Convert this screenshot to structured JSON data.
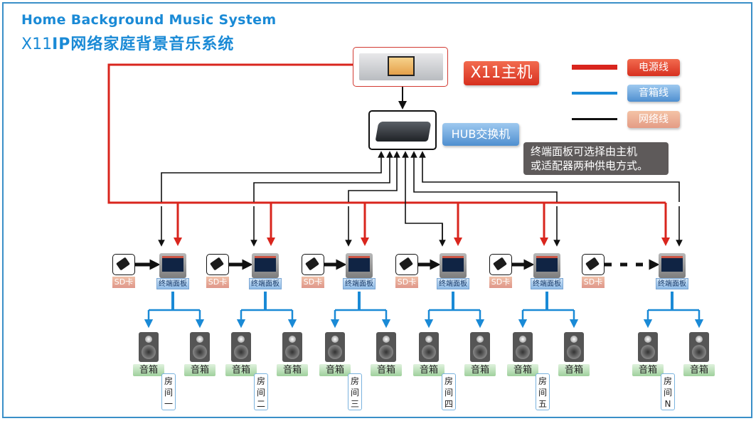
{
  "title": {
    "english": "Home Background Music System",
    "chinese_prefix": "X11",
    "chinese_ip": "IP",
    "chinese_main": "网络家庭背景音乐系统"
  },
  "host": {
    "label": "X11主机",
    "icon": "media-server-icon"
  },
  "hub": {
    "label": "HUB交换机",
    "icon": "network-switch-icon"
  },
  "legend": [
    {
      "label": "电源线",
      "color": "#d9251d",
      "meaning": "power-line"
    },
    {
      "label": "音箱线",
      "color": "#1a8ad6",
      "meaning": "speaker-line"
    },
    {
      "label": "网络线",
      "color": "#111111",
      "meaning": "network-line"
    }
  ],
  "note": {
    "line1": "终端面板可选择由主机",
    "line2": "或适配器两种供电方式。"
  },
  "colors": {
    "power": "#d9251d",
    "speaker": "#1a8ad6",
    "network": "#111111",
    "title": "#1a8ad6",
    "frame": "#3a8fc8"
  },
  "rooms": [
    {
      "room_label": [
        "房",
        "间",
        "一"
      ],
      "panel_label": "终端面板",
      "sd_label": "SD卡",
      "speaker_labels": [
        "音箱",
        "音箱"
      ],
      "sd_dashed": false
    },
    {
      "room_label": [
        "房",
        "间",
        "二"
      ],
      "panel_label": "终端面板",
      "sd_label": "SD卡",
      "speaker_labels": [
        "音箱",
        "音箱"
      ],
      "sd_dashed": false
    },
    {
      "room_label": [
        "房",
        "间",
        "三"
      ],
      "panel_label": "终端面板",
      "sd_label": "SD卡",
      "speaker_labels": [
        "音箱",
        "音箱"
      ],
      "sd_dashed": false
    },
    {
      "room_label": [
        "房",
        "间",
        "四"
      ],
      "panel_label": "终端面板",
      "sd_label": "SD卡",
      "speaker_labels": [
        "音箱",
        "音箱"
      ],
      "sd_dashed": false
    },
    {
      "room_label": [
        "房",
        "间",
        "五"
      ],
      "panel_label": "终端面板",
      "sd_label": "SD卡",
      "speaker_labels": [
        "音箱",
        "音箱"
      ],
      "sd_dashed": false
    },
    {
      "room_label": [
        "房",
        "间",
        "N"
      ],
      "panel_label": "终端面板",
      "sd_label": "SD卡",
      "speaker_labels": [
        "音箱",
        "音箱"
      ],
      "sd_dashed": true
    }
  ]
}
